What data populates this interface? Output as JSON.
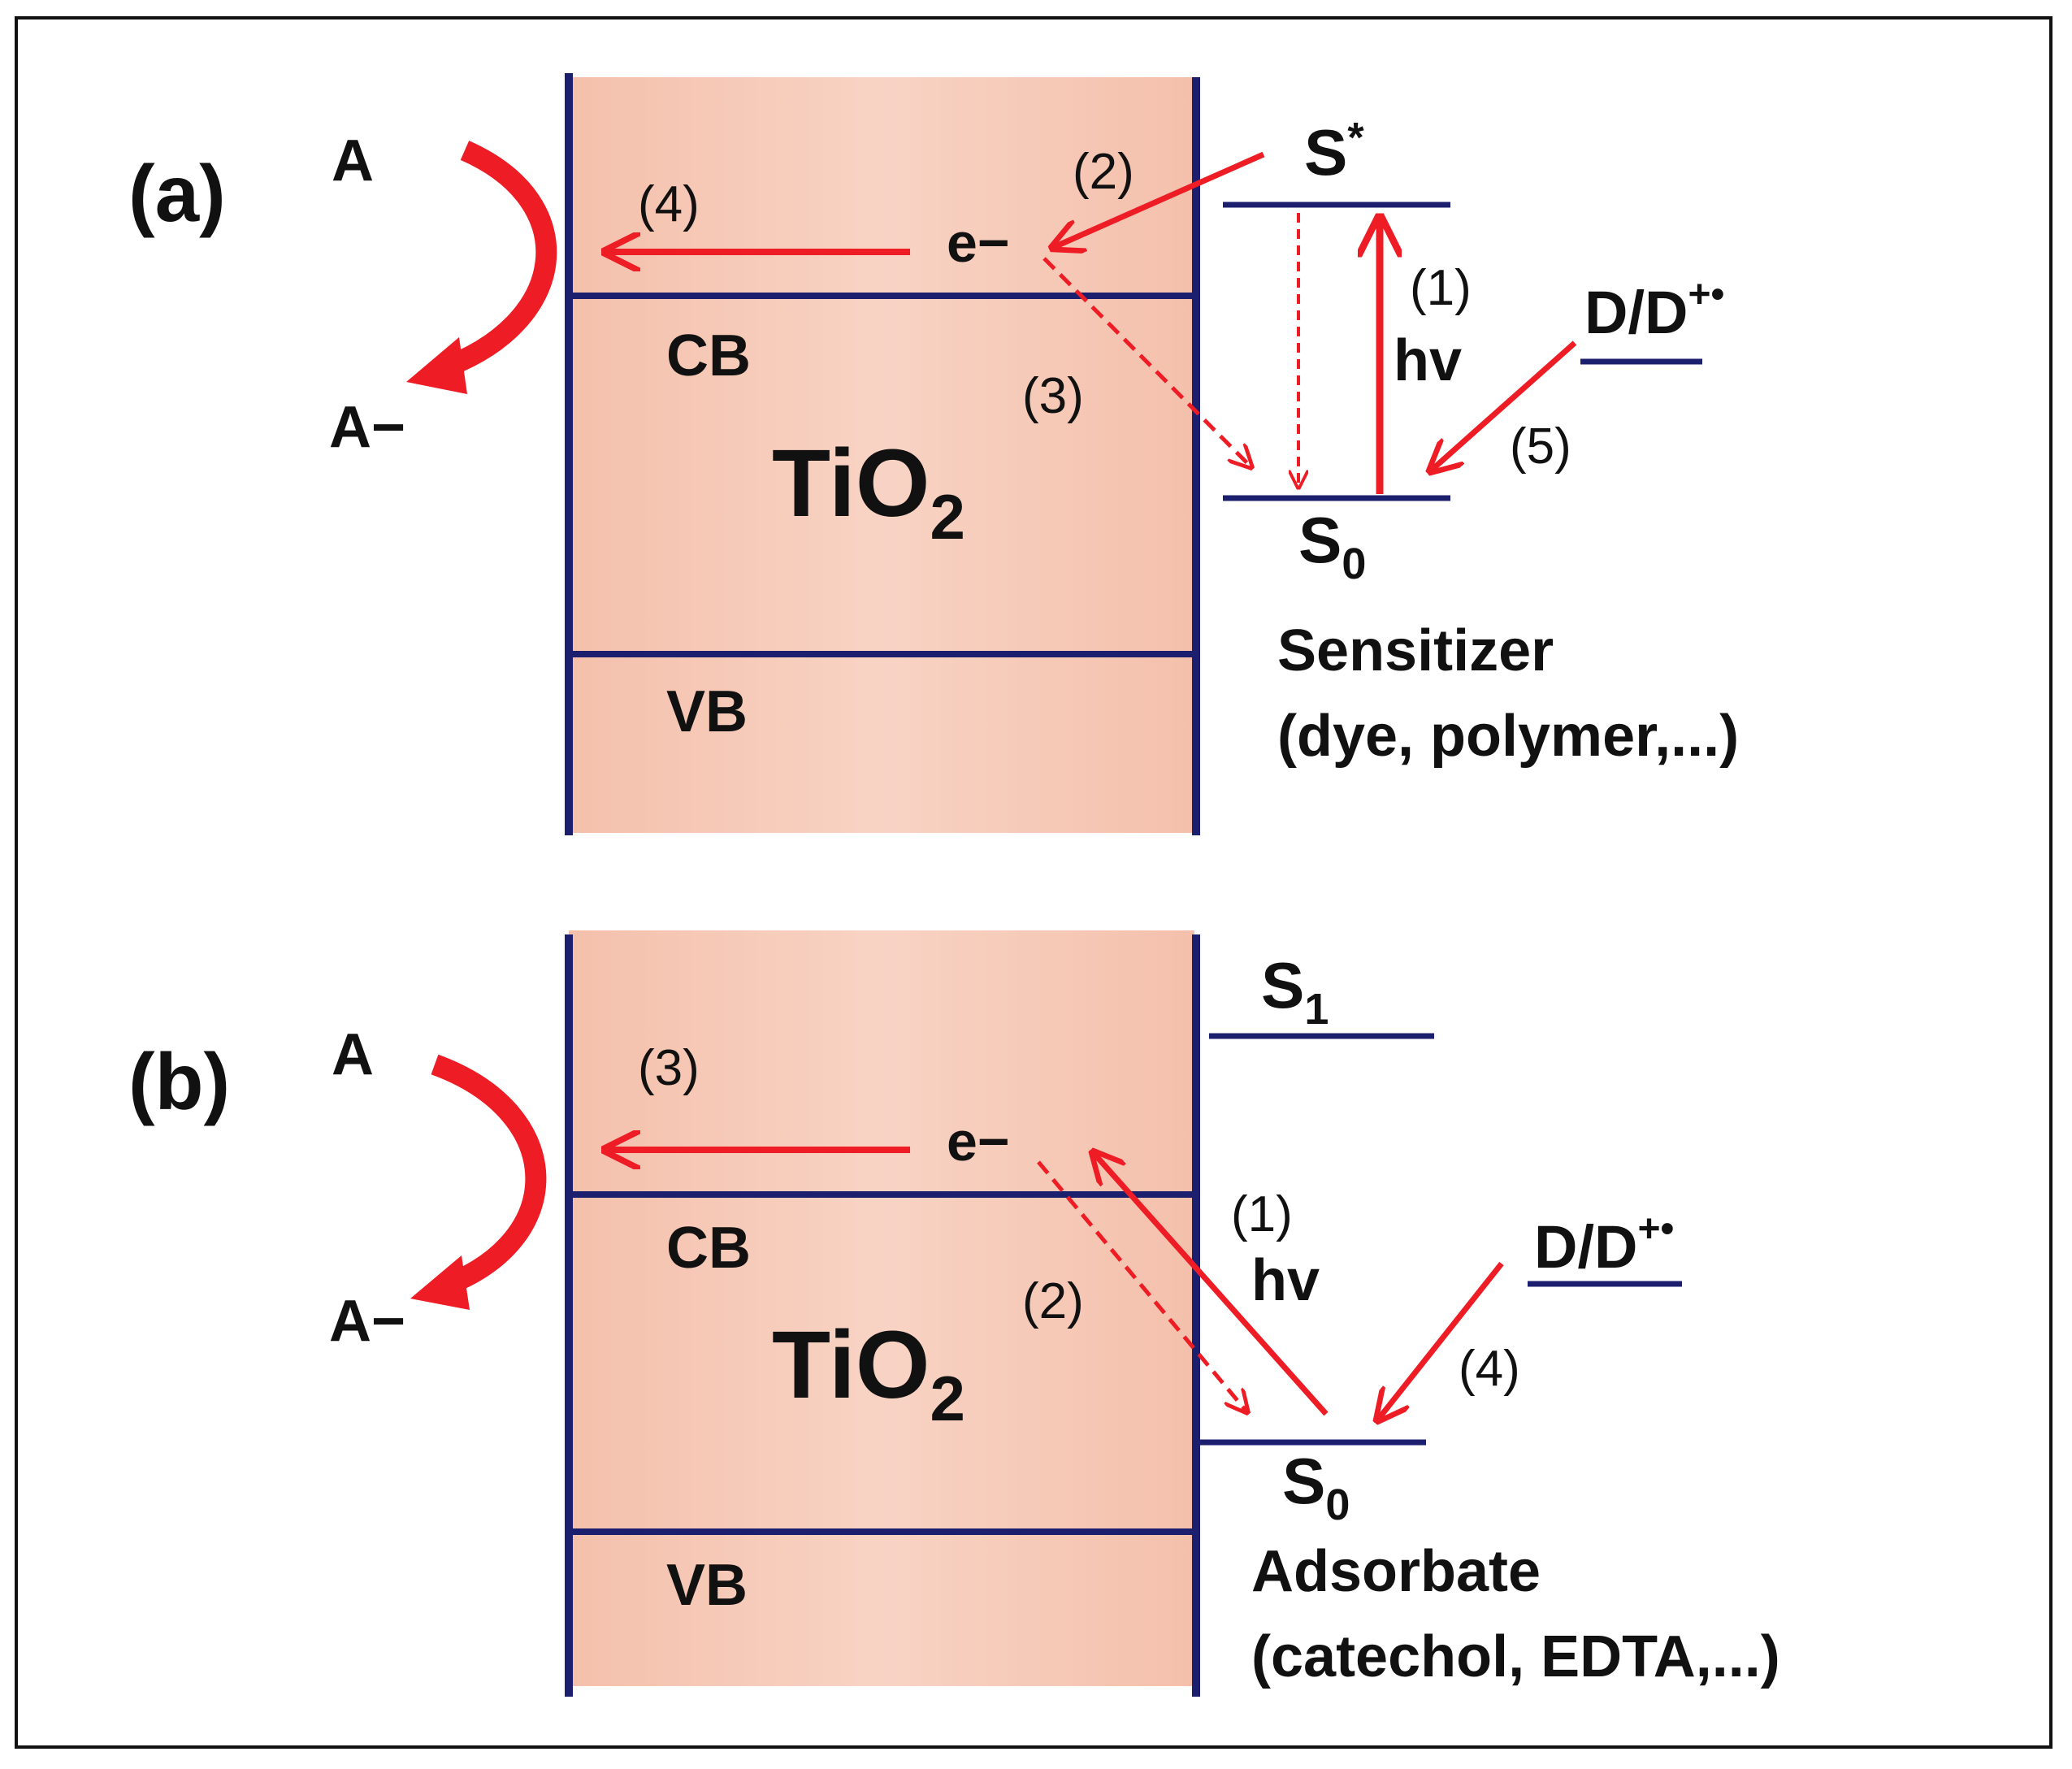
{
  "panel_a": {
    "label": "(a)",
    "acceptor": "A",
    "acceptor_reduced": "A−",
    "electron": "e−",
    "cb": "CB",
    "vb": "VB",
    "semiconductor": "TiO",
    "semiconductor_sub": "2",
    "excited_state": "S",
    "excited_state_sup": "*",
    "ground_state": "S",
    "ground_state_sub": "0",
    "donor": "D/D",
    "donor_sup": "+•",
    "photon": "hv",
    "step1": "(1)",
    "step2": "(2)",
    "step3": "(3)",
    "step4": "(4)",
    "step5": "(5)",
    "title": "Sensitizer",
    "examples": "(dye, polymer,...)"
  },
  "panel_b": {
    "label": "(b)",
    "acceptor": "A",
    "acceptor_reduced": "A−",
    "electron": "e−",
    "cb": "CB",
    "vb": "VB",
    "semiconductor": "TiO",
    "semiconductor_sub": "2",
    "excited_state": "S",
    "excited_state_sub": "1",
    "ground_state": "S",
    "ground_state_sub": "0",
    "donor": "D/D",
    "donor_sup": "+•",
    "photon": "hv",
    "step1": "(1)",
    "step2": "(2)",
    "step3": "(3)",
    "step4": "(4)",
    "title": "Adsorbate",
    "examples": "(catechol, EDTA,...)"
  },
  "colors": {
    "band_fill": "#f6c8b6",
    "band_line": "#1b1f6e",
    "arrow": "#ee1c24"
  }
}
